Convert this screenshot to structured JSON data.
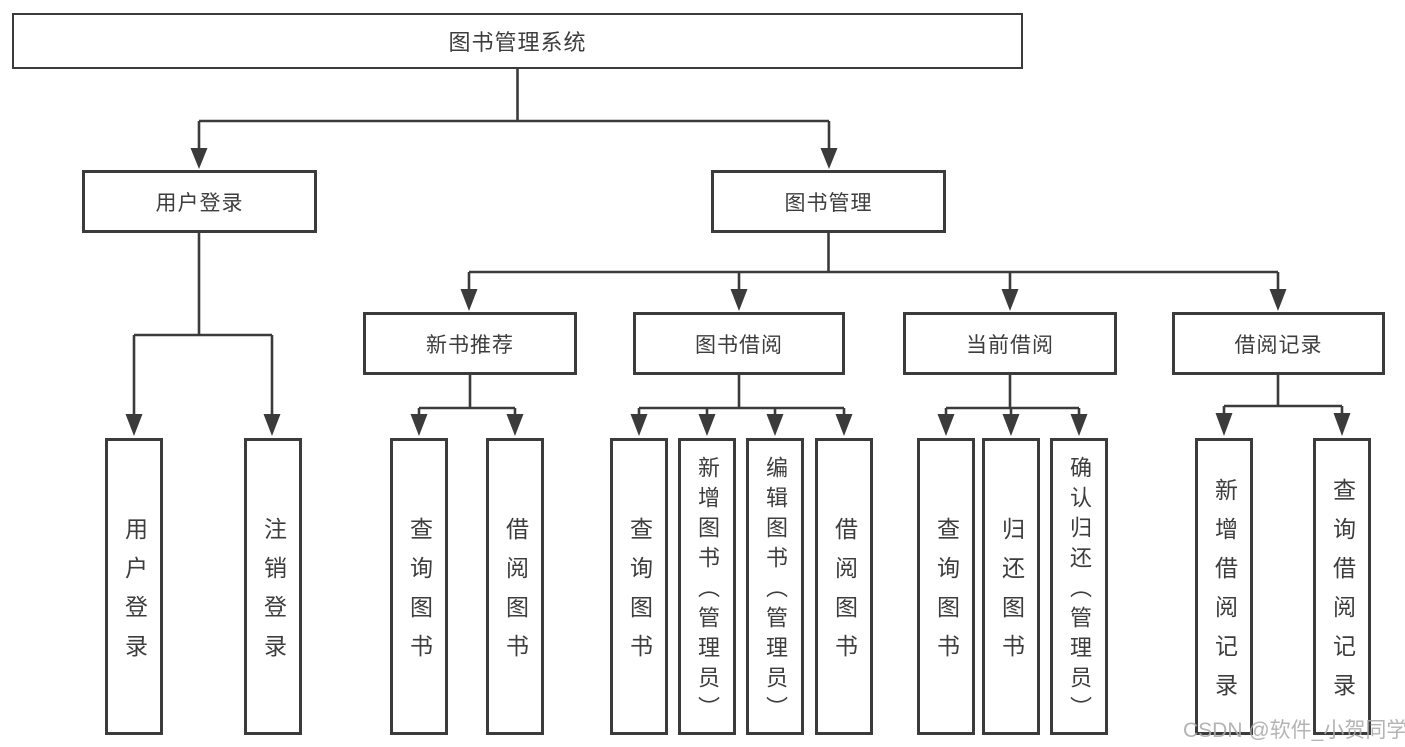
{
  "diagram": {
    "root": {
      "label": "图书管理系统"
    },
    "level2": [
      {
        "label": "用户登录",
        "parent": "图书管理系统"
      },
      {
        "label": "图书管理",
        "parent": "图书管理系统"
      }
    ],
    "level3": [
      {
        "label": "新书推荐",
        "parent": "图书管理"
      },
      {
        "label": "图书借阅",
        "parent": "图书管理"
      },
      {
        "label": "当前借阅",
        "parent": "图书管理"
      },
      {
        "label": "借阅记录",
        "parent": "图书管理"
      }
    ],
    "leaves": [
      {
        "label": "用户登录",
        "parent": "用户登录"
      },
      {
        "label": "注销登录",
        "parent": "用户登录"
      },
      {
        "label": "查询图书",
        "parent": "新书推荐"
      },
      {
        "label": "借阅图书",
        "parent": "新书推荐"
      },
      {
        "label": "查询图书",
        "parent": "图书借阅"
      },
      {
        "label": "新增图书（管理员）",
        "parent": "图书借阅"
      },
      {
        "label": "编辑图书（管理员）",
        "parent": "图书借阅"
      },
      {
        "label": "借阅图书",
        "parent": "图书借阅"
      },
      {
        "label": "查询图书",
        "parent": "当前借阅"
      },
      {
        "label": "归还图书",
        "parent": "当前借阅"
      },
      {
        "label": "确认归还（管理员）",
        "parent": "当前借阅"
      },
      {
        "label": "新增借阅记录",
        "parent": "借阅记录"
      },
      {
        "label": "查询借阅记录",
        "parent": "借阅记录"
      }
    ]
  },
  "watermark": {
    "text": "CSDN @软件_小贺同学"
  },
  "colors": {
    "line": "#3b3b3b",
    "text": "#3d3d3d",
    "background": "#ffffff",
    "watermark": "#acacac"
  }
}
